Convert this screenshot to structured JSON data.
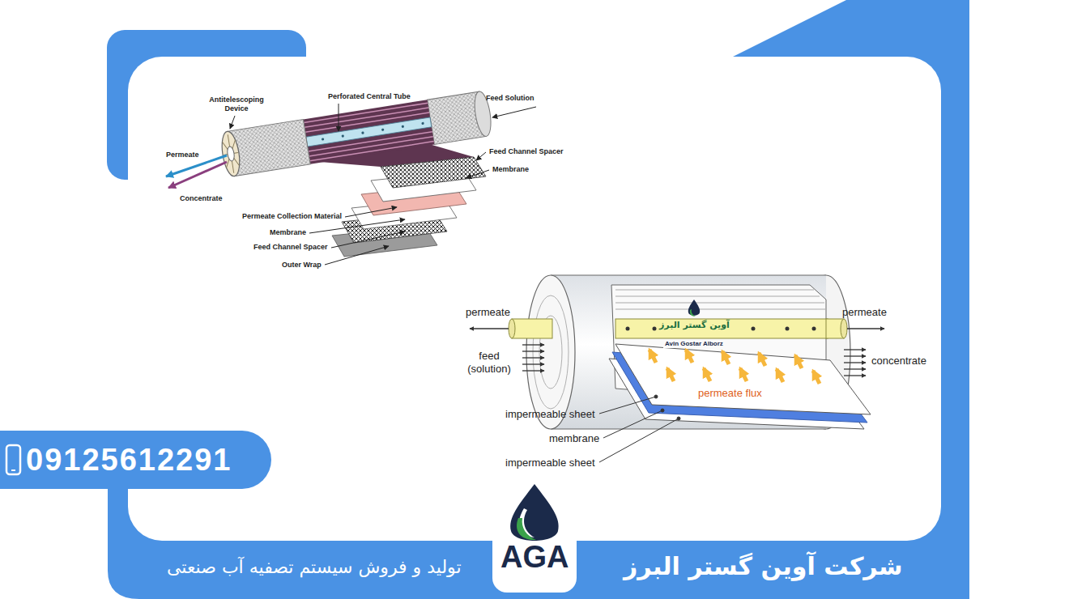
{
  "diagram": {
    "nodes": [
      {
        "text": [
          "09125612291"
        ]
      }
    ],
    "labels": [
      "Antitelescoping Device",
      "Perforated Central Tube",
      "Feed Solution",
      "Feed Channel Spacer",
      "Membrane",
      "Permeate",
      "Concentrate",
      "Permeate Collection Material",
      "Membrane",
      "Feed Channel Spacer",
      "Outer Wrap",
      "permeate",
      "feed (solution)",
      "permeate",
      "concentrate",
      "آوین گستر البرز",
      "Avin Gostar Alborz",
      "permeate flux",
      "impermeable sheet",
      "membrane",
      "impermeable sheet",
      "AGA",
      "تولید و فروش سیستم تصفیه آب صنعتی",
      "شرکت آوین گستر البرز"
    ]
  }
}
